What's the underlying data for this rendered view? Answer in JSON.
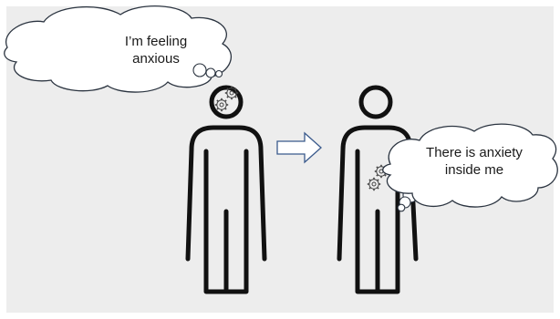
{
  "panel": {
    "background": "#ededed"
  },
  "people": [
    {
      "name": "person-left",
      "thought": {
        "line1": "I’m feeling",
        "line2": "anxious"
      },
      "gears_location": "head"
    },
    {
      "name": "person-right",
      "thought": {
        "line1": "There is anxiety",
        "line2": "inside me"
      },
      "gears_location": "body"
    }
  ],
  "arrow": {
    "direction": "right"
  },
  "colors": {
    "figure_stroke": "#111111",
    "bubble_fill": "#ffffff",
    "bubble_stroke": "#2b3440",
    "arrow_stroke": "#3a5a8c"
  }
}
